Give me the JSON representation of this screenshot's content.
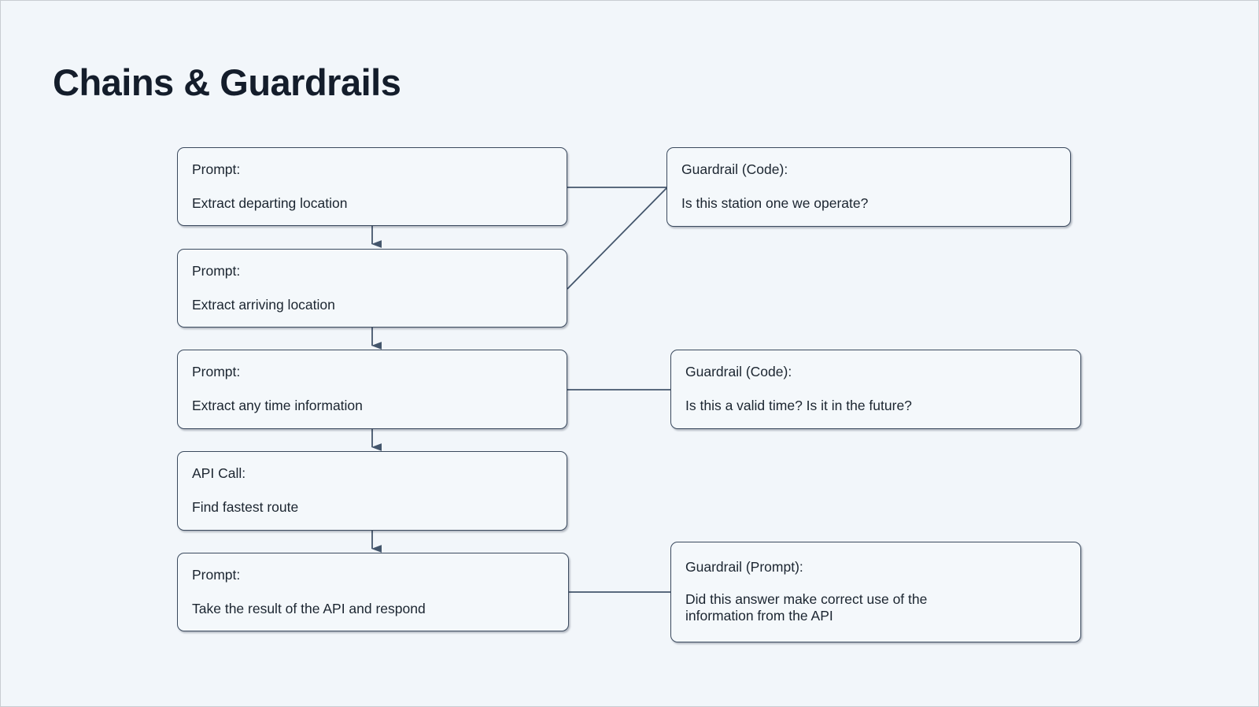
{
  "page": {
    "title": "Chains & Guardrails",
    "background_color": "#f2f6fa",
    "border_color": "#c8cdd2",
    "title_color": "#141d2b",
    "node_border_color": "#3b4a5e",
    "node_fill_color": "#f4f8fb",
    "connector_color": "#44566c"
  },
  "flow": {
    "steps": [
      {
        "id": "extract-departing-location",
        "kind": "Prompt:",
        "text": "Extract departing location"
      },
      {
        "id": "extract-arriving-location",
        "kind": "Prompt:",
        "text": "Extract arriving location"
      },
      {
        "id": "extract-time-information",
        "kind": "Prompt:",
        "text": "Extract any time information"
      },
      {
        "id": "find-fastest-route",
        "kind": "API Call:",
        "text": "Find fastest route"
      },
      {
        "id": "take-api-result-and-respond",
        "kind": "Prompt:",
        "text": "Take the result of the API and respond"
      }
    ],
    "guardrails": [
      {
        "id": "station-operated-check",
        "kind": "Guardrail (Code):",
        "text": "Is this station one we operate?"
      },
      {
        "id": "valid-future-time-check",
        "kind": "Guardrail (Code):",
        "text": "Is this a valid time? Is it in the future?"
      },
      {
        "id": "correct-api-information-check",
        "kind": "Guardrail (Prompt):",
        "text_line1": "Did this answer make correct use of the",
        "text_line2": "information from the API"
      }
    ]
  }
}
